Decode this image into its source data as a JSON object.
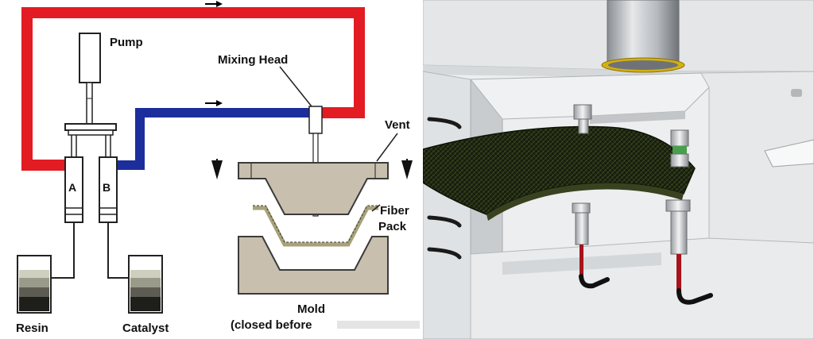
{
  "diagram": {
    "labels": {
      "pump": "Pump",
      "mixing_head": "Mixing Head",
      "vent": "Vent",
      "fiber_pack_line1": "Fiber",
      "fiber_pack_line2": "Pack",
      "mold_line1": "Mold",
      "mold_line2": "(closed before",
      "resin": "Resin",
      "catalyst": "Catalyst",
      "cylinder_a": "A",
      "cylinder_b": "B"
    },
    "colors": {
      "resin_line": "#e31b23",
      "catalyst_line": "#1c2e9c",
      "mold_fill": "#c8bfae",
      "mold_stroke": "#3b3b3b",
      "fiber_pack": "#a8a27a",
      "fiber_sheet": "#1f2a12"
    }
  }
}
